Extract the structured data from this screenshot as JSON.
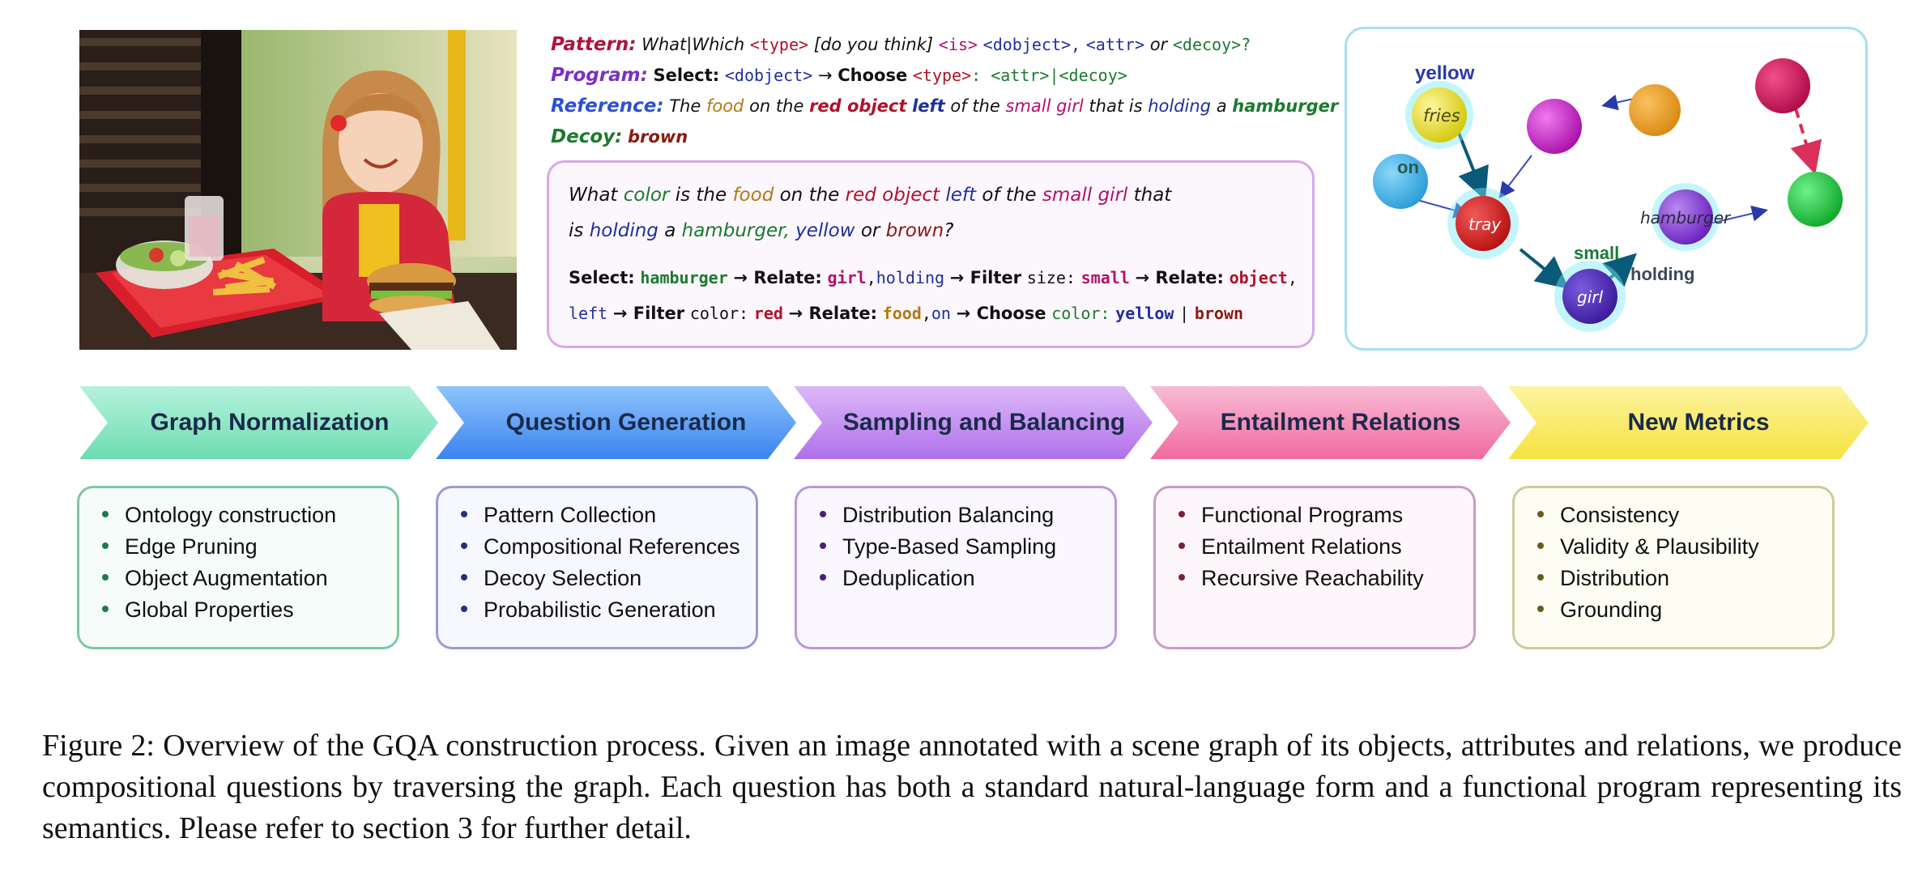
{
  "pattern": {
    "label": "Pattern:",
    "t1": "What|Which",
    "t2": "<type>",
    "t3": "[do you think]",
    "t4": "<is>",
    "t5": "<dobject>,",
    "t6": "<attr>",
    "t7": "or",
    "t8": "<decoy>?"
  },
  "program": {
    "label": "Program:",
    "select": "Select:",
    "dobject": "<dobject>",
    "arrow": "→",
    "choose": "Choose",
    "type": "<type>",
    "attrdecoy": ": <attr>|<decoy>"
  },
  "reference": {
    "label": "Reference:",
    "w1": "The",
    "w2": "food",
    "w3": "on the",
    "w4": "red object",
    "w5": "left",
    "w6": "of the",
    "w7": "small girl",
    "w8": "that is",
    "w9": "holding",
    "w10": "a",
    "w11": "hamburger"
  },
  "decoy": {
    "label": "Decoy:",
    "value": "brown"
  },
  "question": {
    "w1": "What",
    "w2": "color",
    "w3": "is the",
    "w4": "food",
    "w5": "on the",
    "w6": "red object",
    "w7": "left",
    "w8": "of the",
    "w9": "small girl",
    "w10": "that",
    "w11": "is",
    "w12": "holding",
    "w13": "a",
    "w14": "hamburger,",
    "w15": "yellow",
    "w16": "or",
    "w17": "brown",
    "w18": "?"
  },
  "program_line": {
    "p1": "Select:",
    "p2": "hamburger",
    "p3": "→ Relate:",
    "p4": "girl",
    "p5": ",",
    "p6": "holding",
    "p7": "→ Filter",
    "p8": "size:",
    "p9": "small",
    "p10": "→ Relate:",
    "p11": "object",
    "p12": ",",
    "p13": "left",
    "p14": "→ Filter",
    "p15": "color:",
    "p16": "red",
    "p17": "→ Relate:",
    "p18": "food",
    "p19": ",",
    "p20": "on",
    "p21": "→ Choose",
    "p22": "color:",
    "p23": "yellow",
    "p24": "|",
    "p25": "brown"
  },
  "graph": {
    "labels": {
      "yellow": "yellow",
      "fries": "fries",
      "on": "on",
      "tray": "tray",
      "small": "small",
      "girl": "girl",
      "hamburger": "hamburger",
      "holding": "holding"
    },
    "colors": {
      "yellow": "#e8e020",
      "magenta": "#c81ec8",
      "cyan": "#3ab4ec",
      "red": "#d81e1e",
      "purple": "#4a2ab0",
      "orange": "#f0a020",
      "crimson": "#d0145a",
      "green": "#20c83a",
      "hamburger_node": "#8a3ad8"
    }
  },
  "stages": [
    {
      "title": "Graph Normalization",
      "color": "#84e6c0",
      "border": "#7cc8a4",
      "dot": "#1f7a4a",
      "items": [
        "Ontology construction",
        "Edge Pruning",
        "Object Augmentation",
        "Global Properties"
      ]
    },
    {
      "title": "Question Generation",
      "color": "#5b9cf2",
      "border": "#9a9ad6",
      "dot": "#1f2f8a",
      "items": [
        "Pattern Collection",
        "Compositional References",
        "Decoy Selection",
        "Probabilistic Generation"
      ]
    },
    {
      "title": "Sampling and Balancing",
      "color": "#c48aef",
      "border": "#b898e0",
      "dot": "#4a1f7a",
      "items": [
        "Distribution Balancing",
        "Type-Based Sampling",
        "Deduplication"
      ]
    },
    {
      "title": "Entailment Relations",
      "color": "#f58cb4",
      "border": "#cc9ac8",
      "dot": "#7a1f3a",
      "items": [
        "Functional Programs",
        "Entailment Relations",
        "Recursive Reachability"
      ]
    },
    {
      "title": "New Metrics",
      "color": "#f8ea6a",
      "border": "#cccc9a",
      "dot": "#6a5a1f",
      "items": [
        "Consistency",
        "Validity & Plausibility",
        "Distribution",
        "Grounding"
      ]
    }
  ],
  "caption": "Figure 2: Overview of the GQA construction process. Given an image annotated with a scene graph of its objects, attributes and relations, we produce compositional questions by traversing the graph. Each question has both a standard natural-language form and a functional program representing its semantics. Please refer to section 3 for further detail."
}
